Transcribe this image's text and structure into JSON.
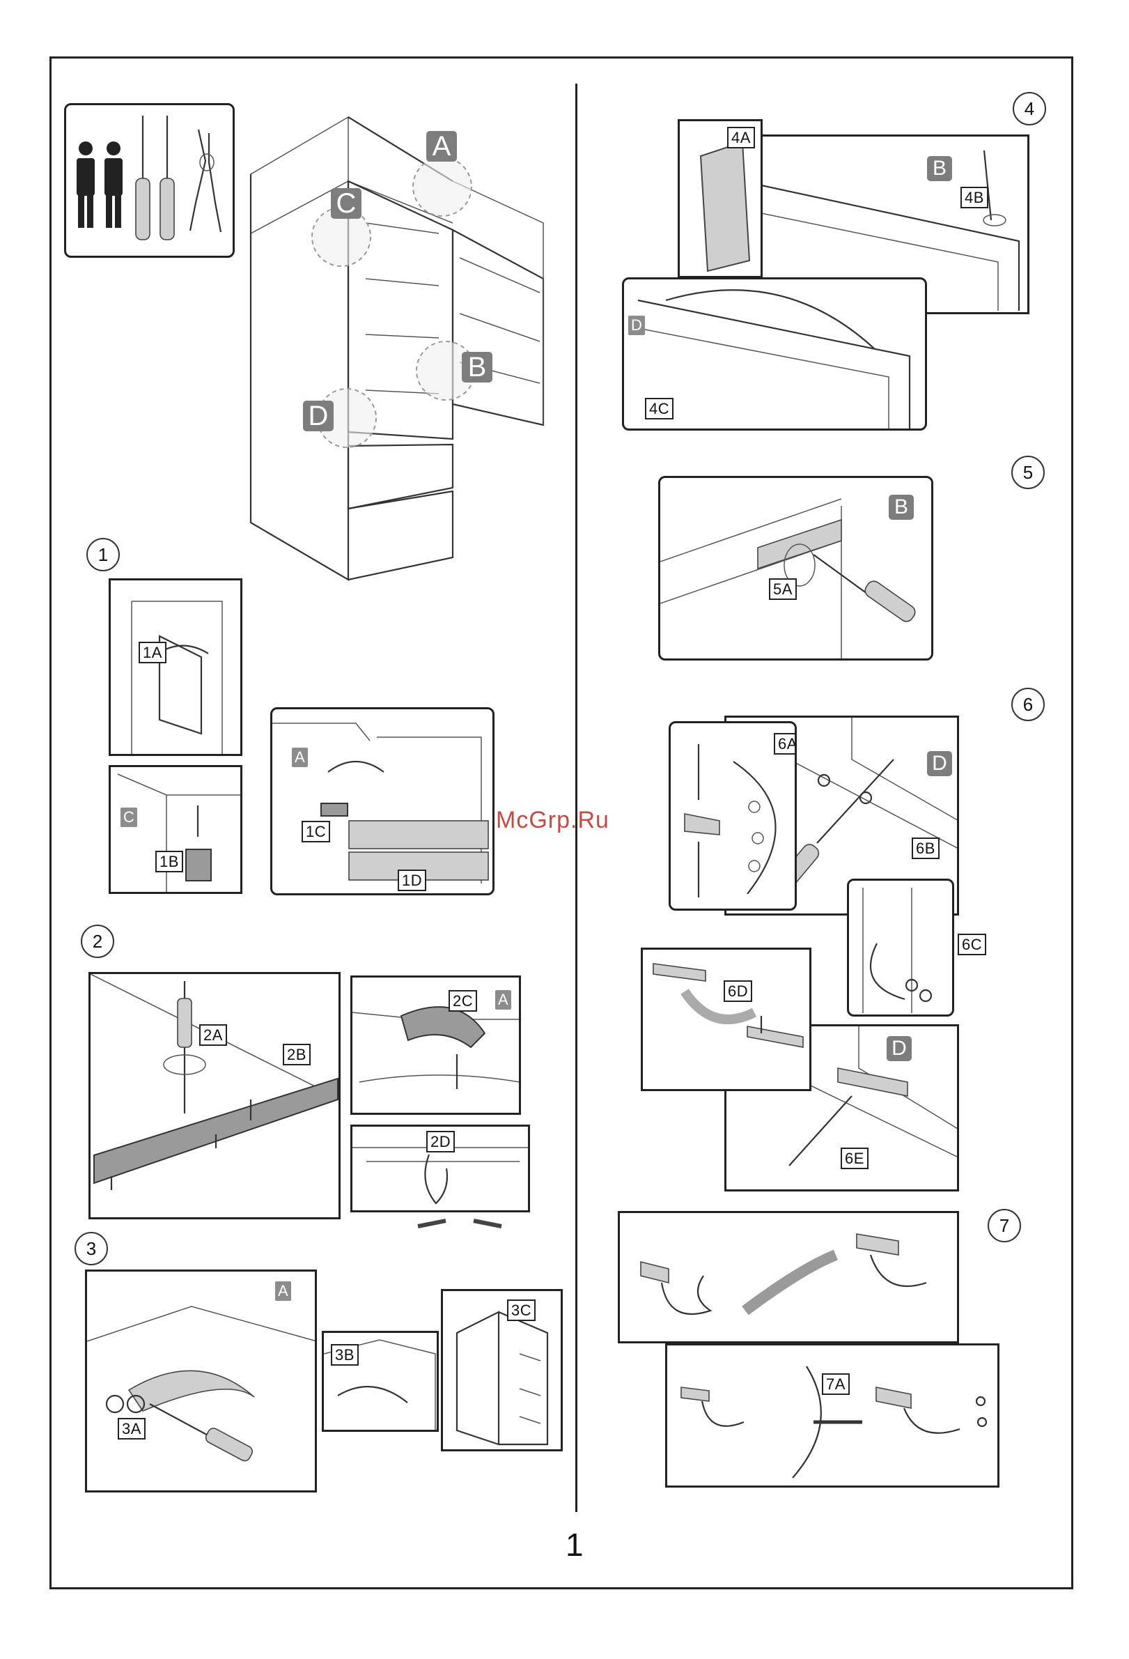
{
  "page": {
    "number": "1",
    "watermark": "McGrp.Ru"
  },
  "zones": {
    "a": "A",
    "b": "B",
    "c": "C",
    "d": "D"
  },
  "steps": {
    "s1": "1",
    "s2": "2",
    "s3": "3",
    "s4": "4",
    "s5": "5",
    "s6": "6",
    "s7": "7"
  },
  "labels": {
    "l1A": "1A",
    "l1B": "1B",
    "l1C": "1C",
    "l1D": "1D",
    "l2A": "2A",
    "l2B": "2B",
    "l2C": "2C",
    "l2D": "2D",
    "l3A": "3A",
    "l3B": "3B",
    "l3C": "3C",
    "l4A": "4A",
    "l4B": "4B",
    "l4C": "4C",
    "l5A": "5A",
    "l6A": "6A",
    "l6B": "6B",
    "l6C": "6C",
    "l6D": "6D",
    "l6E": "6E",
    "l7A": "7A"
  }
}
